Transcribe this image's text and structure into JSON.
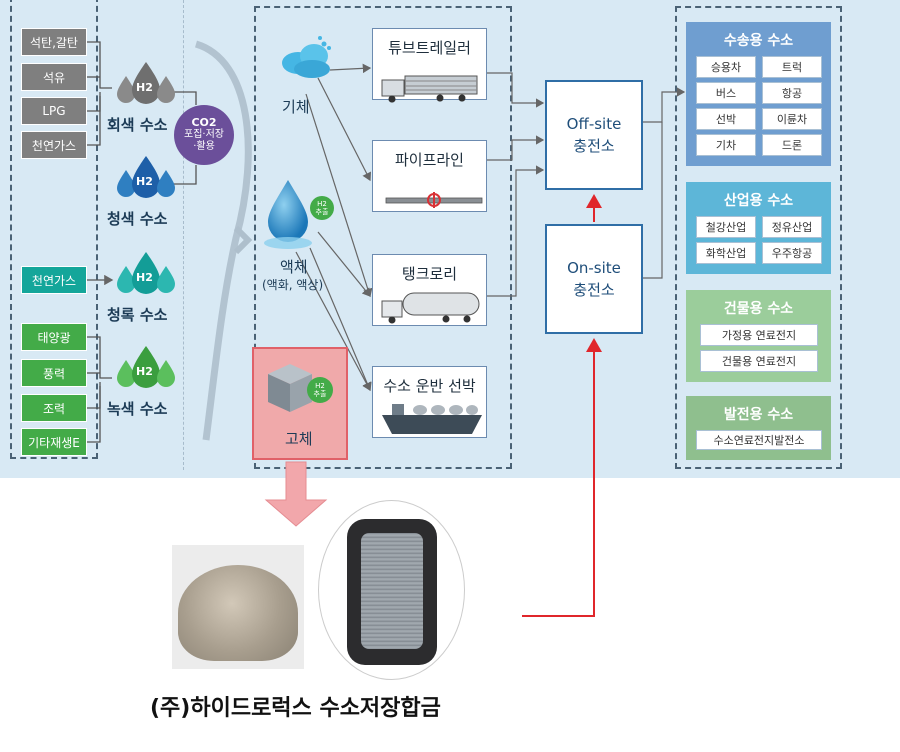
{
  "sources": {
    "gray": [
      "석탄,갈탄",
      "석유",
      "LPG",
      "천연가스"
    ],
    "teal": [
      "천연가스"
    ],
    "green": [
      "태양광",
      "풍력",
      "조력",
      "기타재생E"
    ]
  },
  "hydrogen": {
    "symbol": "H2",
    "types": [
      "회색 수소",
      "청색 수소",
      "청록 수소",
      "녹색 수소"
    ]
  },
  "co2": {
    "symbol": "CO2",
    "text1": "포집·저장",
    "text2": "·활용"
  },
  "states": {
    "gas": "기체",
    "liquid": "액체",
    "liquid_sub": "(액화, 액상)",
    "solid": "고체",
    "extract": "추출"
  },
  "transport": [
    "튜브트레일러",
    "파이프라인",
    "탱크로리",
    "수소 운반 선박"
  ],
  "stations": {
    "offsite": {
      "line1": "Off-site",
      "line2": "충전소"
    },
    "onsite": {
      "line1": "On-site",
      "line2": "충전소"
    }
  },
  "uses": {
    "transport": {
      "title": "수송용 수소",
      "items": [
        "승용차",
        "트럭",
        "버스",
        "항공",
        "선박",
        "이륜차",
        "기차",
        "드론"
      ]
    },
    "industry": {
      "title": "산업용 수소",
      "items": [
        "철강산업",
        "정유산업",
        "화학산업",
        "우주항공"
      ]
    },
    "building": {
      "title": "건물용 수소",
      "items": [
        "가정용 연료전지",
        "건물용 연료전지"
      ]
    },
    "power": {
      "title": "발전용 수소",
      "items": [
        "수소연료전지발전소"
      ]
    }
  },
  "caption": "(주)하이드로럭스 수소저장합금",
  "colors": {
    "panel": "#d8e9f4",
    "station_border": "#2f6ea6",
    "red_arrow": "#e0262b",
    "pink_arrow": "#f2a7ab"
  }
}
